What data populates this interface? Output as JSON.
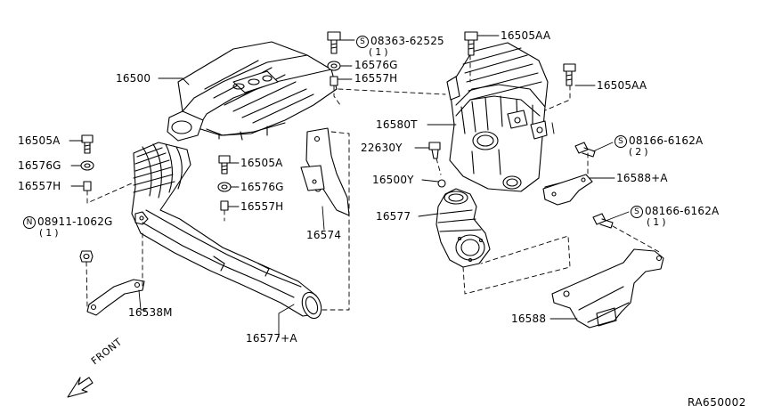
{
  "diagram": {
    "code": "RA650002",
    "front_label": "FRONT",
    "parts": {
      "p16500": "16500",
      "p16505A_left": "16505A",
      "p16576G_left": "16576G",
      "p16557H_left": "16557H",
      "p08911": "08911-1062G",
      "p08911_qty": "(1)",
      "p16538M": "16538M",
      "p16577A": "16577+A",
      "p16505A_mid": "16505A",
      "p16576G_mid": "16576G",
      "p16557H_mid": "16557H",
      "p16574": "16574",
      "p08363": "08363-62525",
      "p08363_qty": "(1)",
      "p16576G_top": "16576G",
      "p16557H_top": "16557H",
      "p16505AA_top": "16505AA",
      "p16505AA_right": "16505AA",
      "p16580T": "16580T",
      "p22630Y": "22630Y",
      "p16500Y": "16500Y",
      "p16577": "16577",
      "p08166_a": "08166-6162A",
      "p08166_a_qty": "(2)",
      "p16588A": "16588+A",
      "p08166_b": "08166-6162A",
      "p08166_b_qty": "(1)",
      "p16588": "16588"
    },
    "symbols": {
      "S": "S",
      "N": "N"
    }
  }
}
